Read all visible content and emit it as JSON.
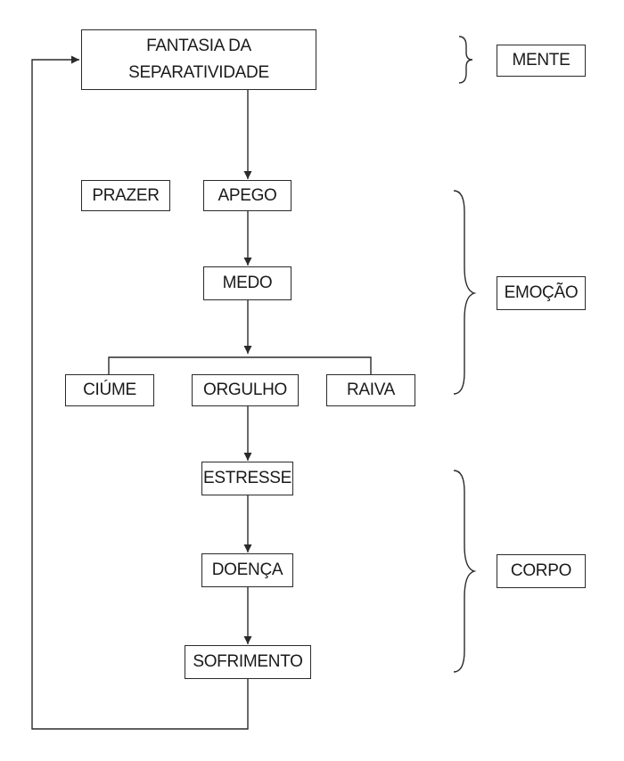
{
  "nodes": {
    "fantasia": {
      "line1": "FANTASIA DA",
      "line2": "SEPARATIVIDADE"
    },
    "prazer": "PRAZER",
    "apego": "APEGO",
    "medo": "MEDO",
    "ciume": "CIÚME",
    "orgulho": "ORGULHO",
    "raiva": "RAIVA",
    "estresse": "ESTRESSE",
    "doenca": "DOENÇA",
    "sofrimento": "SOFRIMENTO"
  },
  "levels": {
    "mente": "MENTE",
    "emocao": "EMOÇÃO",
    "corpo": "CORPO"
  },
  "colors": {
    "stroke": "#2a2a2a",
    "text": "#1a1a1a",
    "background": "#ffffff"
  }
}
